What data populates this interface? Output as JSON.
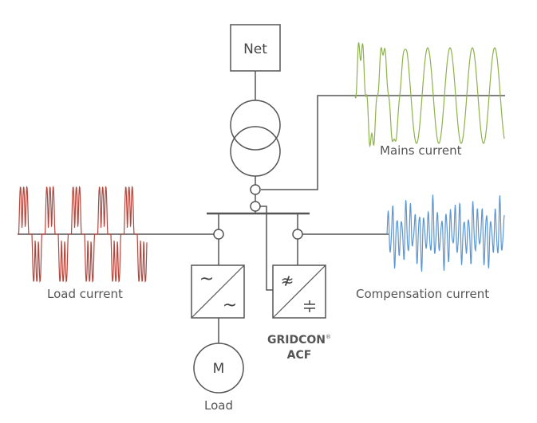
{
  "blocks": {
    "net": "Net",
    "motor": "M",
    "gridcon_name": "GRIDCON",
    "gridcon_reg": "®",
    "gridcon_model": "ACF"
  },
  "labels": {
    "mains_current": "Mains current",
    "load_current": "Load current",
    "compensation_current": "Compensation current",
    "load": "Load"
  },
  "symbols": {
    "ac": "~",
    "filter_wave": "≉",
    "dc": "⊥"
  },
  "colors": {
    "mains_wave": "#8db34a",
    "load_wave": "#b3473d",
    "compensation_wave": "#5a96d4",
    "lines": "#555555"
  }
}
